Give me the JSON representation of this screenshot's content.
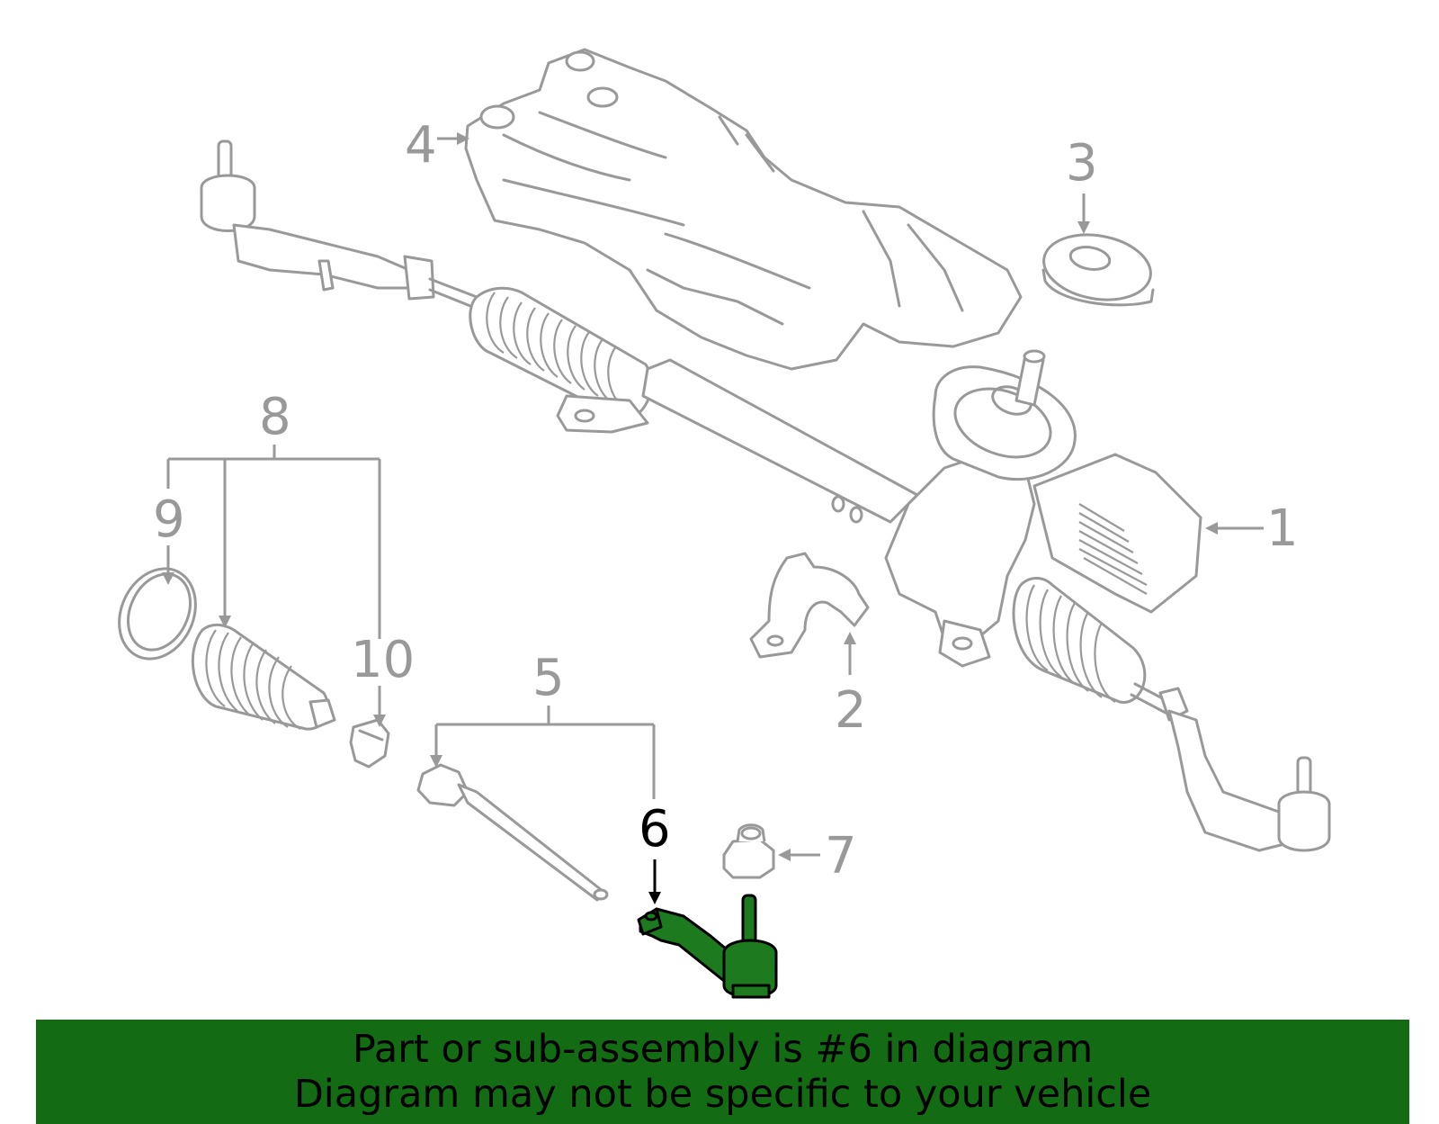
{
  "callouts": {
    "c1": "1",
    "c2": "2",
    "c3": "3",
    "c4": "4",
    "c5": "5",
    "c6": "6",
    "c7": "7",
    "c8": "8",
    "c9": "9",
    "c10": "10"
  },
  "highlighted_part": "6",
  "colors": {
    "line_art": "#999999",
    "highlight_fill": "#1e7a1e",
    "banner": "#136b13",
    "banner_text": "#000000"
  },
  "banner": {
    "line1": "Part or sub-assembly is #6 in diagram",
    "line2": "Diagram may not be specific to your vehicle"
  }
}
